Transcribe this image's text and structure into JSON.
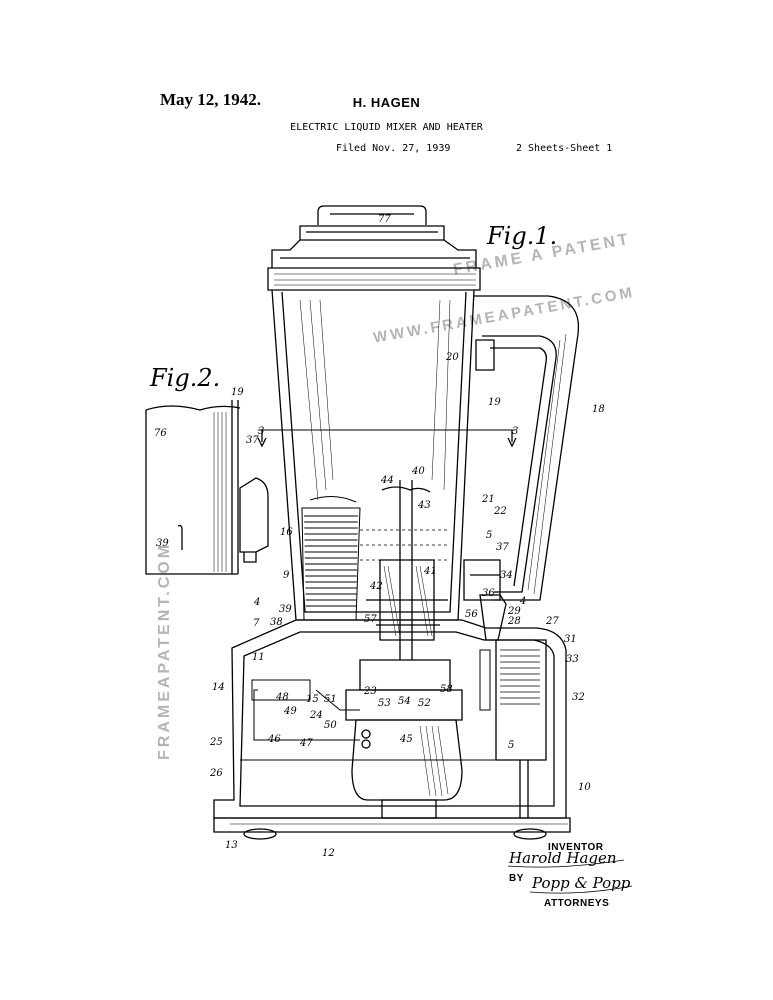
{
  "header": {
    "date": "May 12, 1942.",
    "inventor": "H. HAGEN",
    "title": "ELECTRIC LIQUID MIXER AND HEATER",
    "filed": "Filed Nov. 27, 1939",
    "sheets": "2 Sheets-Sheet 1"
  },
  "figures": {
    "fig1": "Fig.1.",
    "fig2": "Fig.2."
  },
  "watermark": {
    "line1": "FRAME A PATENT",
    "line2": "WWW.FRAMEAPATENT.COM",
    "vertical": "FRAMEAPATENT.COM"
  },
  "signature": {
    "inventor_label": "INVENTOR",
    "inventor_signature": "Harold Hagen",
    "by_label": "BY",
    "attorney_signature": "Popp & Popp",
    "attorneys_label": "ATTORNEYS"
  },
  "reference_numerals": {
    "n77": "77",
    "n20": "20",
    "n19": "19",
    "n18": "18",
    "n3a": "3",
    "n3b": "3",
    "n44": "44",
    "n40": "40",
    "n43": "43",
    "n21": "21",
    "n22": "22",
    "n5a": "5",
    "n37": "37",
    "n16": "16",
    "n9": "9",
    "n34": "34",
    "n42": "42",
    "n41": "41",
    "n36": "36",
    "n4a": "4",
    "n4b": "4",
    "n39": "39",
    "n56": "56",
    "n29": "29",
    "n28": "28",
    "n27": "27",
    "n7": "7",
    "n38": "38",
    "n57": "57",
    "n31": "31",
    "n11": "11",
    "n33": "33",
    "n14": "14",
    "n48": "48",
    "n15": "15",
    "n51": "51",
    "n23": "23",
    "n58": "58",
    "n32": "32",
    "n49": "49",
    "n24": "24",
    "n50": "50",
    "n53": "53",
    "n54": "54",
    "n52": "52",
    "n25": "25",
    "n46": "46",
    "n47": "47",
    "n45": "45",
    "n5b": "5",
    "n26": "26",
    "n10": "10",
    "n13": "13",
    "n12": "12",
    "n76": "76",
    "n19b": "19",
    "n37b": "37",
    "n39b": "39"
  }
}
